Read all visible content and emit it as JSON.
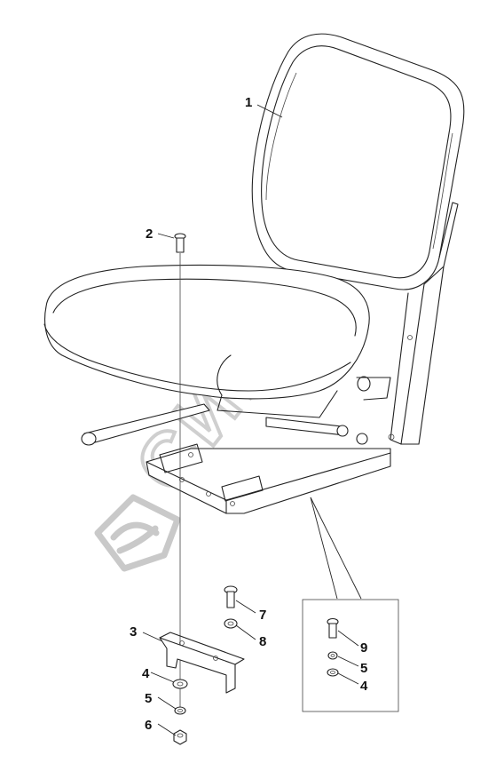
{
  "watermark": {
    "text": "СИМОН"
  },
  "callouts": [
    {
      "id": "1",
      "label": "1"
    },
    {
      "id": "2",
      "label": "2"
    },
    {
      "id": "3",
      "label": "3"
    },
    {
      "id": "4a",
      "label": "4"
    },
    {
      "id": "5a",
      "label": "5"
    },
    {
      "id": "6",
      "label": "6"
    },
    {
      "id": "7",
      "label": "7"
    },
    {
      "id": "8",
      "label": "8"
    },
    {
      "id": "9",
      "label": "9"
    },
    {
      "id": "5b",
      "label": "5"
    },
    {
      "id": "4b",
      "label": "4"
    }
  ],
  "parts": {
    "seat_back": "seat-back",
    "seat_cushion": "seat-cushion",
    "slide_base": "slide-base",
    "mounting_bracket": "mounting-bracket",
    "bolt": "bolt",
    "washer": "washer",
    "spring_washer": "spring-washer",
    "nut": "nut",
    "detail_inset": "detail-inset"
  }
}
